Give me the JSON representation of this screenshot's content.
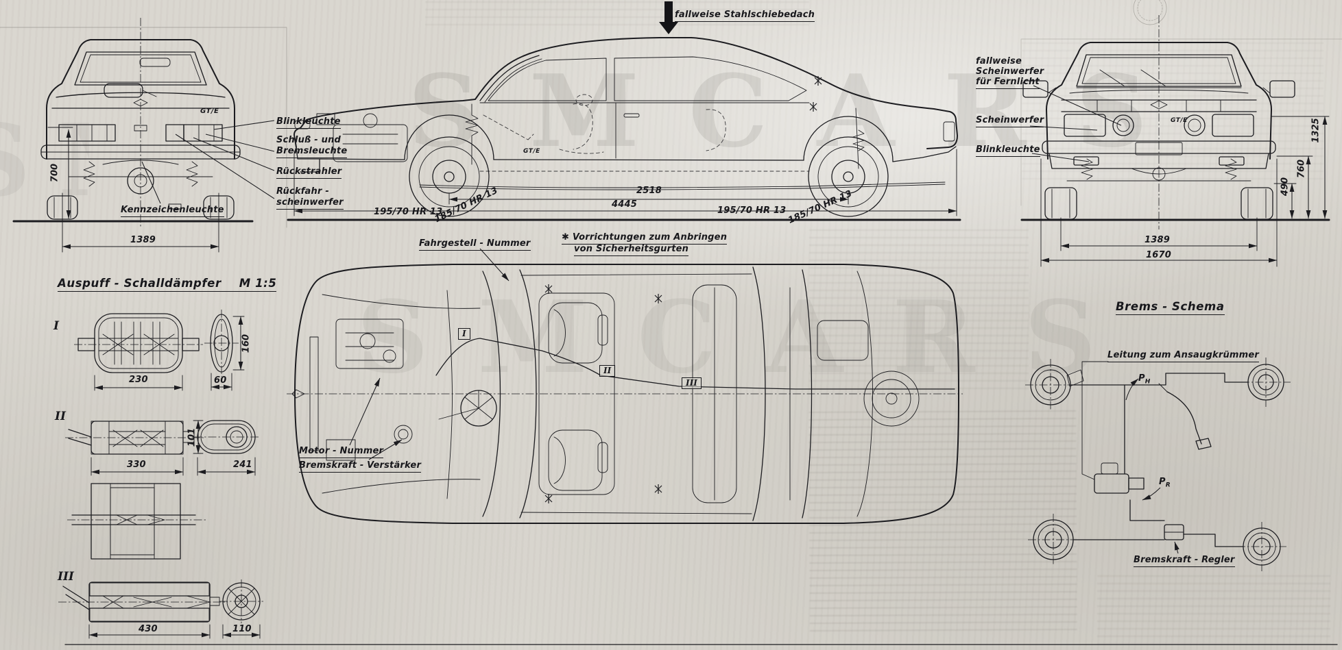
{
  "watermark": "SMCARS",
  "rear_view": {
    "badge": "GT/E",
    "dims": {
      "height": "700",
      "track": "1389"
    },
    "labels": {
      "blinkleuchte": "Blinkleuchte",
      "schluss_1": "Schluß - und",
      "schluss_2": "Bremsleuchte",
      "rueckstrahler": "Rückstrahler",
      "rueckfahr_1": "Rückfahr -",
      "rueckfahr_2": "scheinwerfer",
      "kennzeichen": "Kennzeichenleuchte"
    }
  },
  "side_view": {
    "badge": "GT/E",
    "roof_label": "fallweise Stahlschiebedach",
    "tire_label_front": "195/70 HR 13",
    "tire_label_front_diag": "185/70 HR 13",
    "tire_label_rear": "195/70 HR 13",
    "tire_label_rear_diag": "185/70 HR 13",
    "dims": {
      "wheelbase": "2518",
      "length": "4445"
    }
  },
  "front_view": {
    "badge": "GT/E",
    "labels": {
      "fernlicht_1": "fallweise",
      "fernlicht_2": "Scheinwerfer",
      "fernlicht_3": "für Fernlicht",
      "scheinwerfer": "Scheinwerfer",
      "blinkleuchte": "Blinkleuchte"
    },
    "dims": {
      "height": "1325",
      "mid": "760",
      "low": "490",
      "track": "1389",
      "width": "1670"
    }
  },
  "exhaust": {
    "title": "Auspuff - Schalldämpfer",
    "scale": "M 1:5",
    "items": [
      {
        "numeral": "I",
        "dims": {
          "length": "230",
          "width": "60",
          "height": "160"
        }
      },
      {
        "numeral": "II",
        "dims": {
          "length": "330",
          "height": "101",
          "width": "241"
        }
      },
      {
        "numeral": "III",
        "dims": {
          "length": "430",
          "diameter": "110"
        }
      }
    ]
  },
  "top_view": {
    "anchor_symbol": "✱",
    "labels": {
      "fahrgestell": "Fahrgestell - Nummer",
      "gurt_1": "Vorrichtungen zum Anbringen",
      "gurt_2": "von Sicherheitsgurten",
      "motor": "Motor - Nummer",
      "bremskraft": "Bremskraft - Verstärker"
    },
    "markers": [
      "I",
      "II",
      "III"
    ]
  },
  "brems_schema": {
    "title": "Brems - Schema",
    "labels": {
      "leitung": "Leitung zum Ansaugkrümmer",
      "regler": "Bremskraft - Regler",
      "p_base": "P",
      "p_front_sub": "H",
      "p_rear_sub": "R"
    }
  }
}
